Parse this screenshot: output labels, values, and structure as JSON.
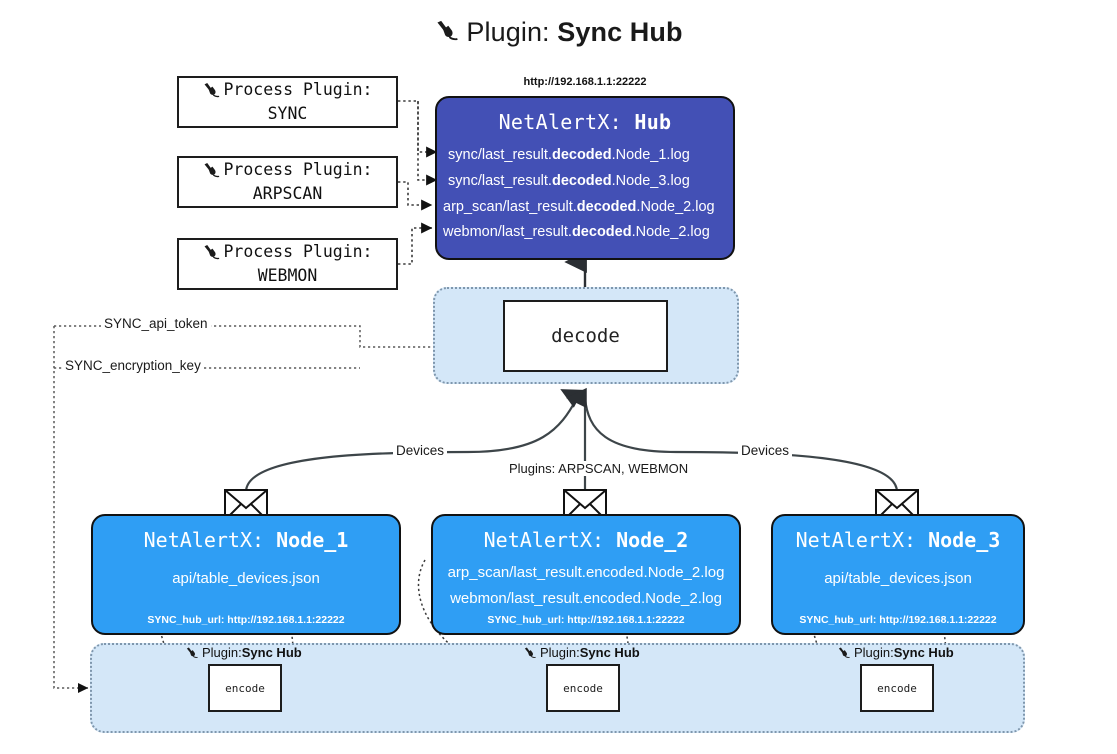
{
  "page": {
    "title_prefix": "Plugin: ",
    "title_name": "Sync Hub",
    "title_icon": "plug-icon"
  },
  "process_plugins": [
    {
      "icon": "plug-icon",
      "line1": "Process Plugin:",
      "line2": "SYNC"
    },
    {
      "icon": "plug-icon",
      "line1": "Process Plugin:",
      "line2": "ARPSCAN"
    },
    {
      "icon": "plug-icon",
      "line1": "Process Plugin:",
      "line2": "WEBMON"
    }
  ],
  "hub": {
    "url": "http://192.168.1.1:22222",
    "title_prefix": "NetAlertX: ",
    "title_name": "Hub",
    "logs": [
      {
        "pre": "sync/last_result.",
        "strong": "decoded",
        "post": ".Node_1.log"
      },
      {
        "pre": "sync/last_result.",
        "strong": "decoded",
        "post": ".Node_3.log"
      },
      {
        "pre": "arp_scan/last_result.",
        "strong": "decoded",
        "post": ".Node_2.log"
      },
      {
        "pre": "webmon/last_result.",
        "strong": "decoded",
        "post": ".Node_2.log"
      }
    ]
  },
  "decode": {
    "label": "decode"
  },
  "secrets": {
    "api_token": "SYNC_api_token",
    "encryption_key": "SYNC_encryption_key"
  },
  "edge_labels": {
    "devices_left": "Devices",
    "devices_right": "Devices",
    "plugins_center": "Plugins: ARPSCAN, WEBMON"
  },
  "nodes": [
    {
      "icon": "envelope-icon",
      "title_prefix": "NetAlertX: ",
      "title_name": "Node_1",
      "lines": [
        "api/table_devices.json"
      ],
      "footer": "SYNC_hub_url: http://192.168.1.1:22222"
    },
    {
      "icon": "envelope-icon",
      "title_prefix": "NetAlertX: ",
      "title_name": "Node_2",
      "lines": [
        "arp_scan/last_result.encoded.Node_2.log",
        "webmon/last_result.encoded.Node_2.log"
      ],
      "footer": "SYNC_hub_url: http://192.168.1.1:22222"
    },
    {
      "icon": "envelope-icon",
      "title_prefix": "NetAlertX: ",
      "title_name": "Node_3",
      "lines": [
        "api/table_devices.json"
      ],
      "footer": "SYNC_hub_url: http://192.168.1.1:22222"
    }
  ],
  "encoders": [
    {
      "caption_prefix": "Plugin: ",
      "caption_name": "Sync Hub",
      "label": "encode",
      "icon": "plug-icon"
    },
    {
      "caption_prefix": "Plugin: ",
      "caption_name": "Sync Hub",
      "label": "encode",
      "icon": "plug-icon"
    },
    {
      "caption_prefix": "Plugin: ",
      "caption_name": "Sync Hub",
      "label": "encode",
      "icon": "plug-icon"
    }
  ],
  "colors": {
    "hub_fill": "#4350b5",
    "node_fill": "#2f9ef4",
    "container_fill": "#d4e7f8",
    "container_stroke": "#7f97ad",
    "line": "#3d4549"
  }
}
